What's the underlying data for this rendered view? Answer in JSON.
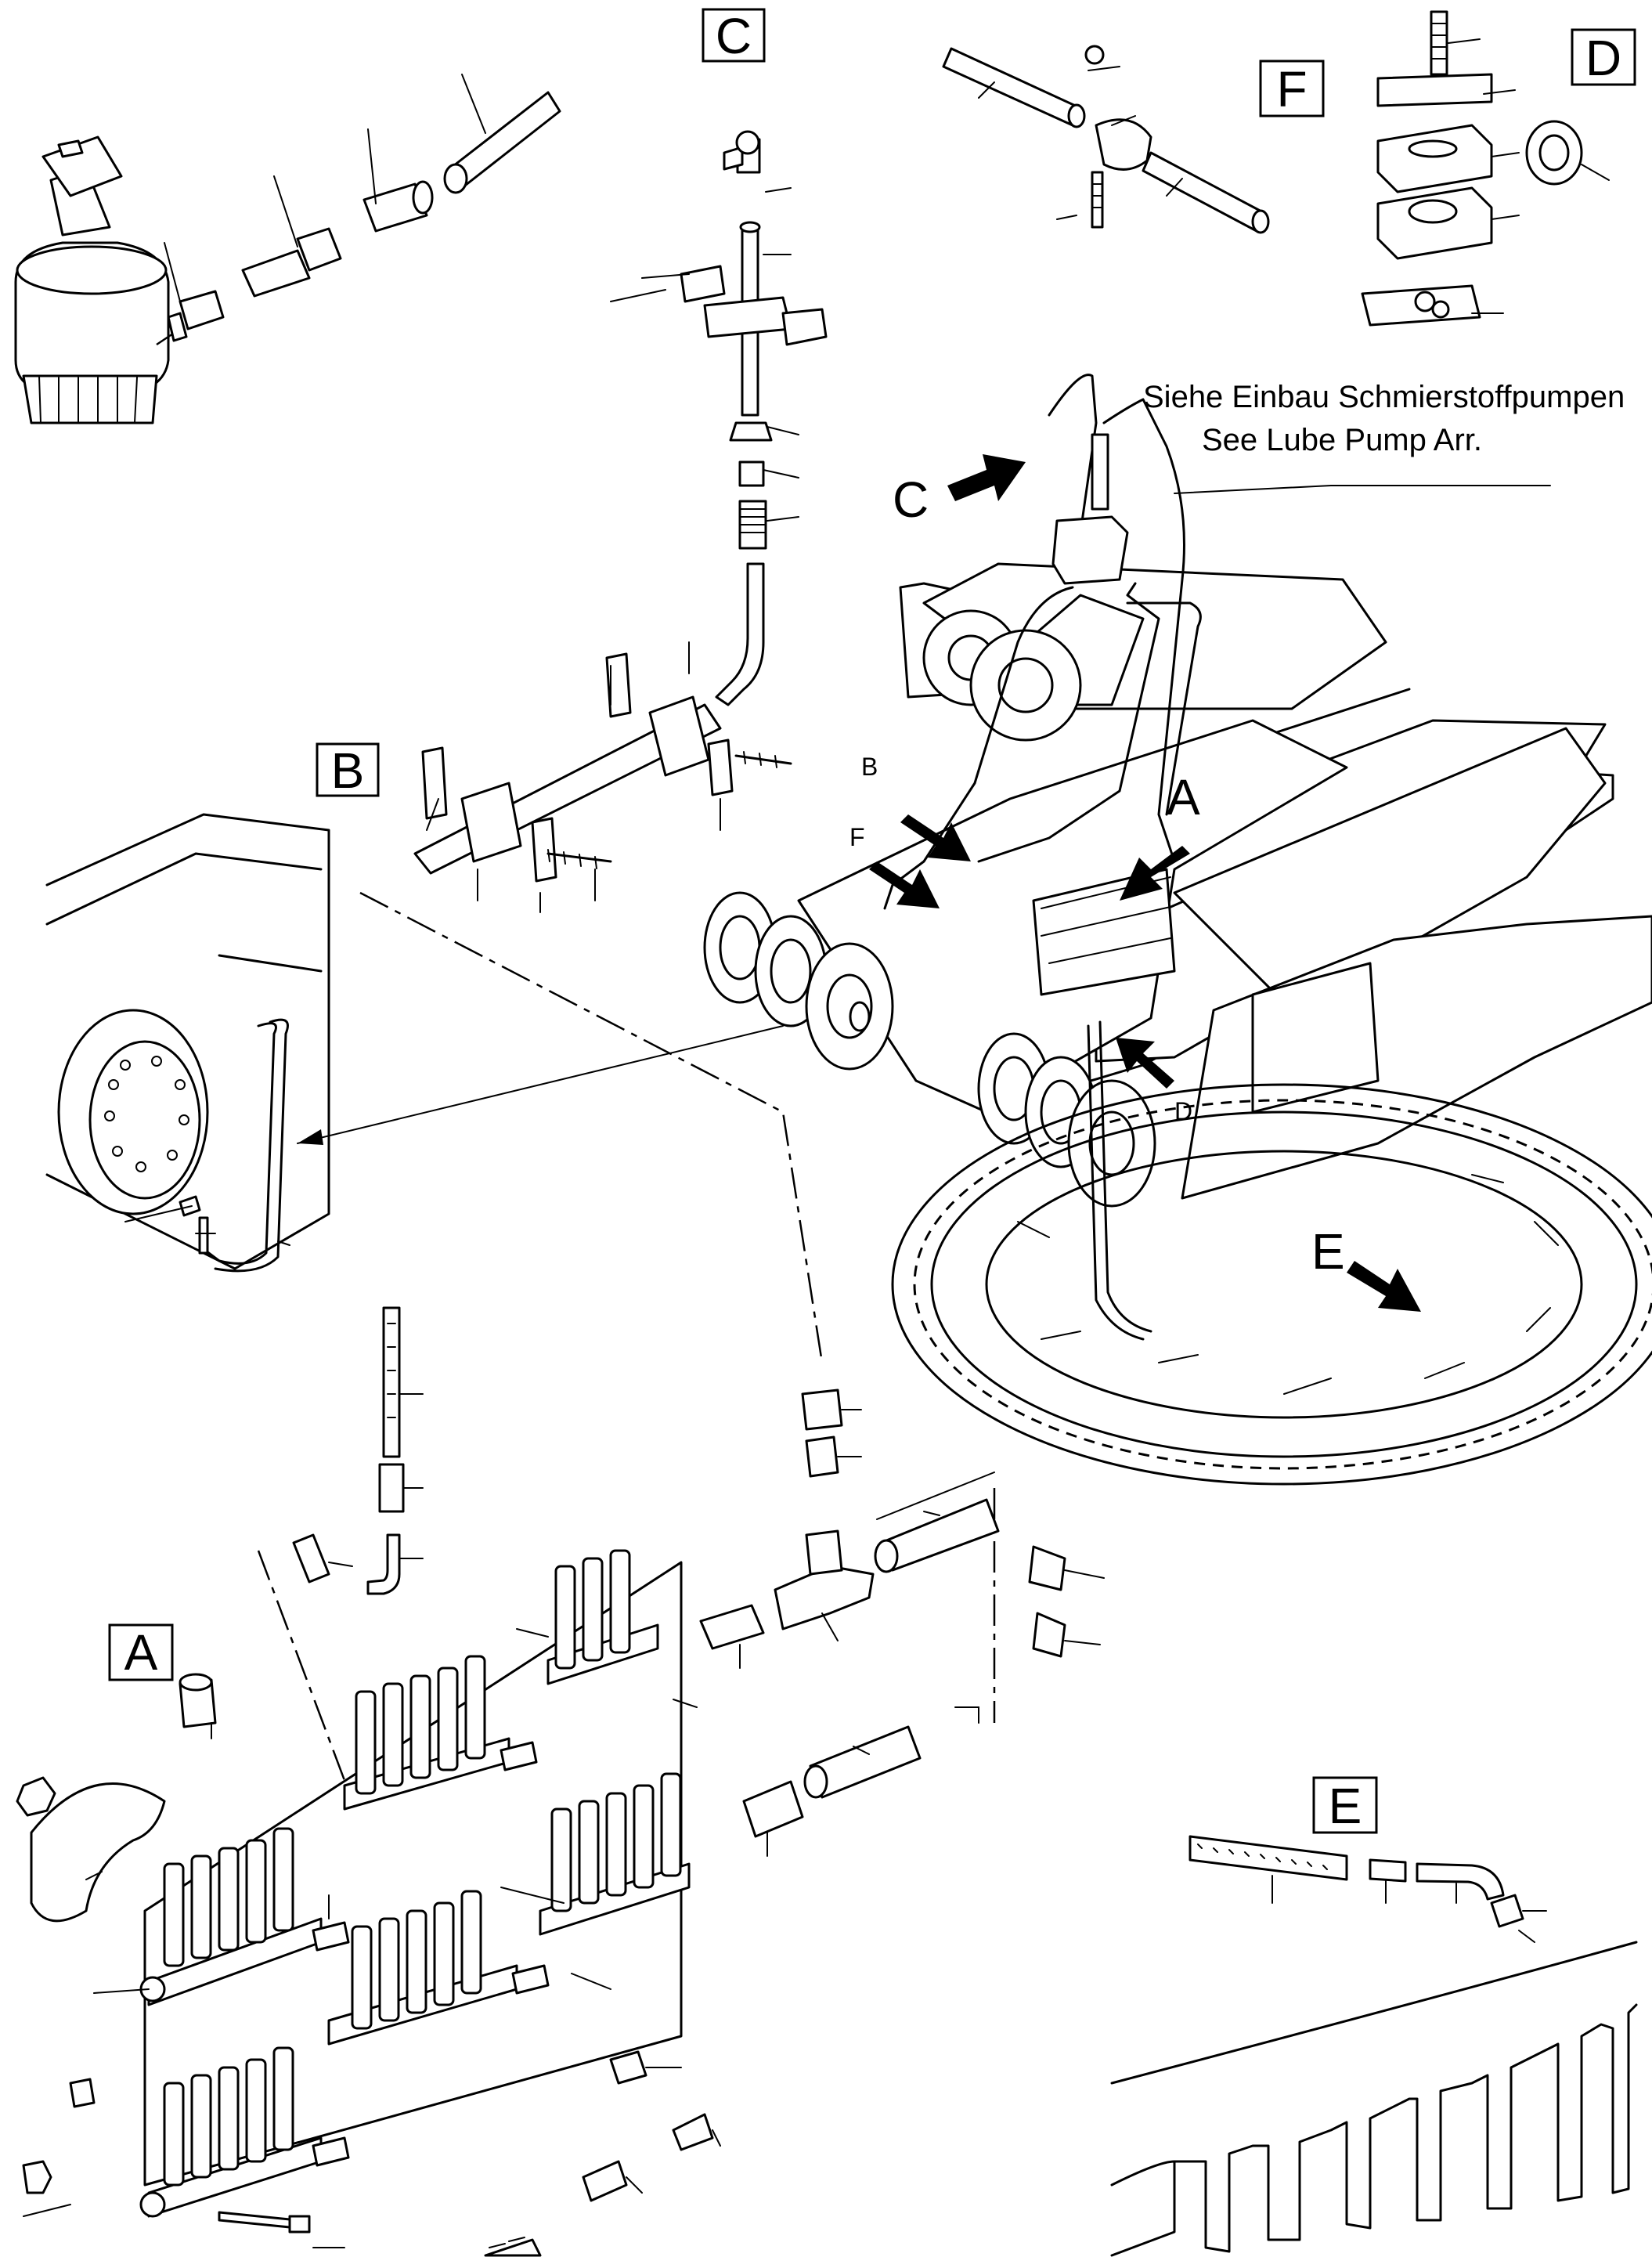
{
  "detail_labels": {
    "a": "A",
    "b": "B",
    "c": "C",
    "d": "D",
    "e": "E",
    "f": "F"
  },
  "main_arrows": {
    "a": "A",
    "c": "C",
    "e": "E",
    "b_small": "B",
    "d_small": "D",
    "f_small": "F"
  },
  "note": {
    "line1": "Siehe  Einbau Schmierstoffpumpen",
    "line2": "See  Lube Pump Arr."
  }
}
